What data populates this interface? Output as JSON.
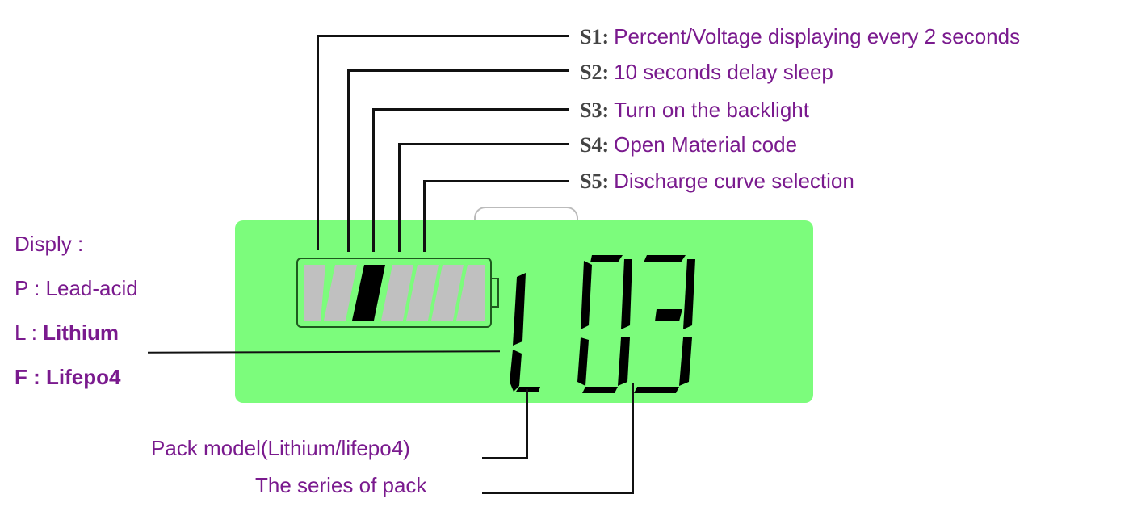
{
  "settings": [
    {
      "key": "S1:",
      "label": "Percent/Voltage displaying every 2 seconds"
    },
    {
      "key": "S2:",
      "label": "10 seconds delay sleep"
    },
    {
      "key": "S3:",
      "label": "Turn on the backlight"
    },
    {
      "key": "S4:",
      "label": "Open Material code"
    },
    {
      "key": "S5:",
      "label": "Discharge curve selection"
    }
  ],
  "legend": {
    "title": "Disply :",
    "items": [
      {
        "key": "P",
        "label": "Lead-acid"
      },
      {
        "key": "L",
        "label": "Lithium"
      },
      {
        "key": "F",
        "label": "Lifepo4"
      }
    ]
  },
  "lcd": {
    "code": "L03",
    "battery_segments": 7,
    "active_segment": 3,
    "colors": {
      "background": "#7cfc7c",
      "segment_off": "#c0c0c0",
      "segment_on": "#000000"
    }
  },
  "bottom_labels": {
    "pack_model": "Pack model(Lithium/lifepo4)",
    "series": "The series of pack"
  },
  "colors": {
    "label_text": "#7a1a8e",
    "leader_line": "#111111"
  }
}
